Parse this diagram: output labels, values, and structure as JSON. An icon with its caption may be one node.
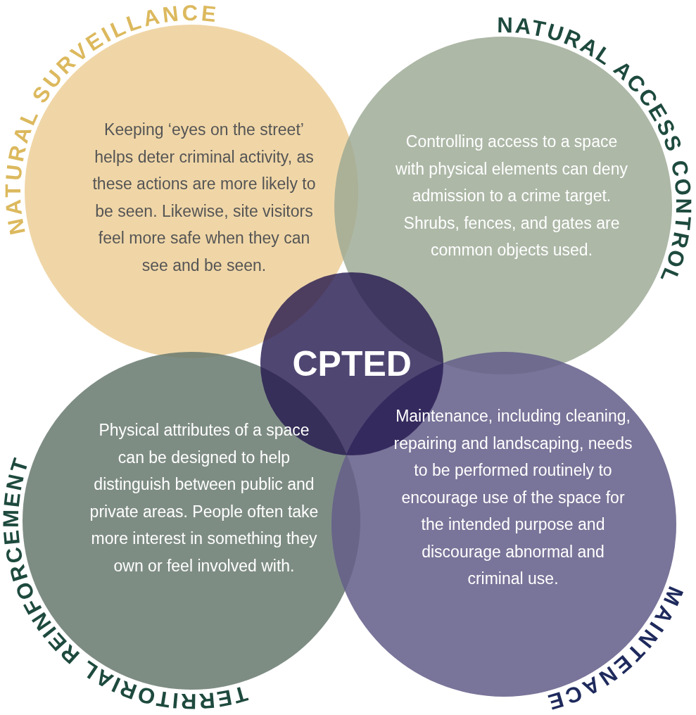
{
  "diagram": {
    "nodes": [
      {
        "text": [
          "NATURAL SURVEILLANCE",
          "Keeping ‘eyes on the street’ helps deter criminal activity, as these actions are more likely to be seen. Likewise, site visitors feel more safe when they can see and be seen."
        ]
      },
      {
        "text": [
          "NATURAL ACCESS CONTROL",
          "Controlling access to a space with physical elements can deny admission to a crime target. Shrubs, fences, and gates are common objects used."
        ]
      },
      {
        "text": [
          "CPTED"
        ]
      },
      {
        "text": [
          "TERRITORIAL REINFORCEMENT",
          "Physical attributes of a space can be designed to help distinguish between public and private areas. People often take more interest in something they own or feel involved with."
        ]
      },
      {
        "text": [
          "Maintenance, including cleaning, repairing and landscaping, needs to be performed routinely to encourage use of the space for the intended purpose and discourage abnormal and criminal use.",
          "MAINTENACE"
        ]
      }
    ]
  }
}
